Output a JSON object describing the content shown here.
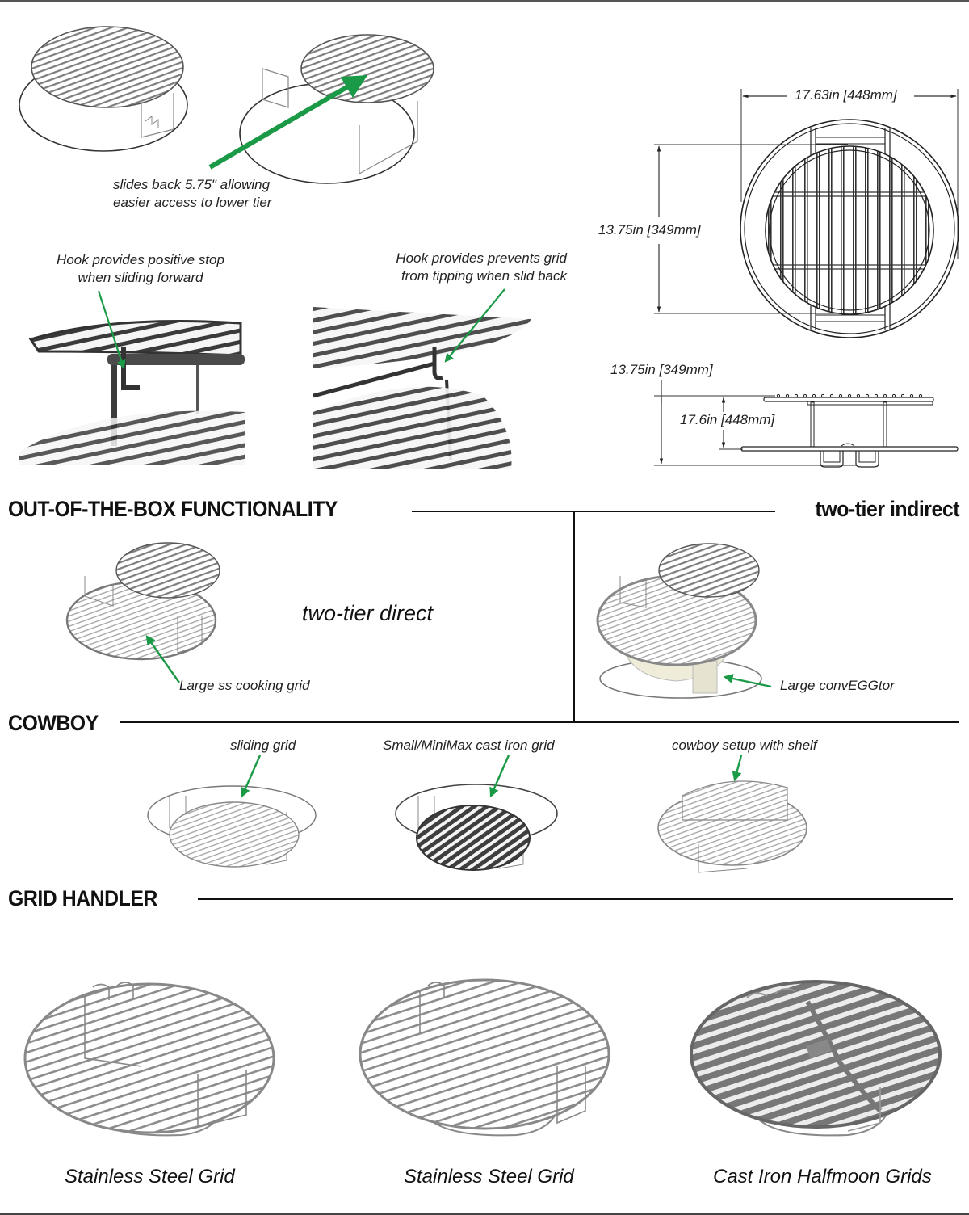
{
  "top_section": {
    "slide_note": [
      "slides back 5.75\" allowing",
      "easier  access to lower tier"
    ],
    "hook_note_left": [
      "Hook provides positive stop",
      "when sliding forward"
    ],
    "hook_note_right": [
      "Hook provides prevents grid",
      "from tipping when slid back"
    ]
  },
  "dimensions": {
    "top_view_width": "17.63in [448mm]",
    "top_view_depth": "13.75in [349mm]",
    "side_view_total": "13.75in [349mm]",
    "side_view_tier_gap": "17.6in [448mm]"
  },
  "sections": {
    "out_of_box": {
      "heading": "OUT-OF-THE-BOX FUNCTIONALITY",
      "left_label": "two-tier direct",
      "left_callout": "Large ss cooking grid",
      "right_heading": "two-tier indirect",
      "right_callout": "Large convEGGtor"
    },
    "cowboy": {
      "heading": "COWBOY",
      "items": [
        {
          "label": "sliding grid"
        },
        {
          "label": "Small/MiniMax cast iron grid"
        },
        {
          "label": "cowboy setup with shelf"
        }
      ]
    },
    "grid_handler": {
      "heading": "GRID HANDLER",
      "items": [
        {
          "caption": "Stainless Steel Grid"
        },
        {
          "caption": "Stainless Steel Grid"
        },
        {
          "caption": "Cast Iron Halfmoon Grids"
        }
      ]
    }
  },
  "colors": {
    "arrow_green": "#1a9a46",
    "rule_black": "#111111",
    "steel_gray": "#8a8a8a",
    "cast_iron": "#5a5a5a",
    "ceramic": "#efedd9"
  }
}
